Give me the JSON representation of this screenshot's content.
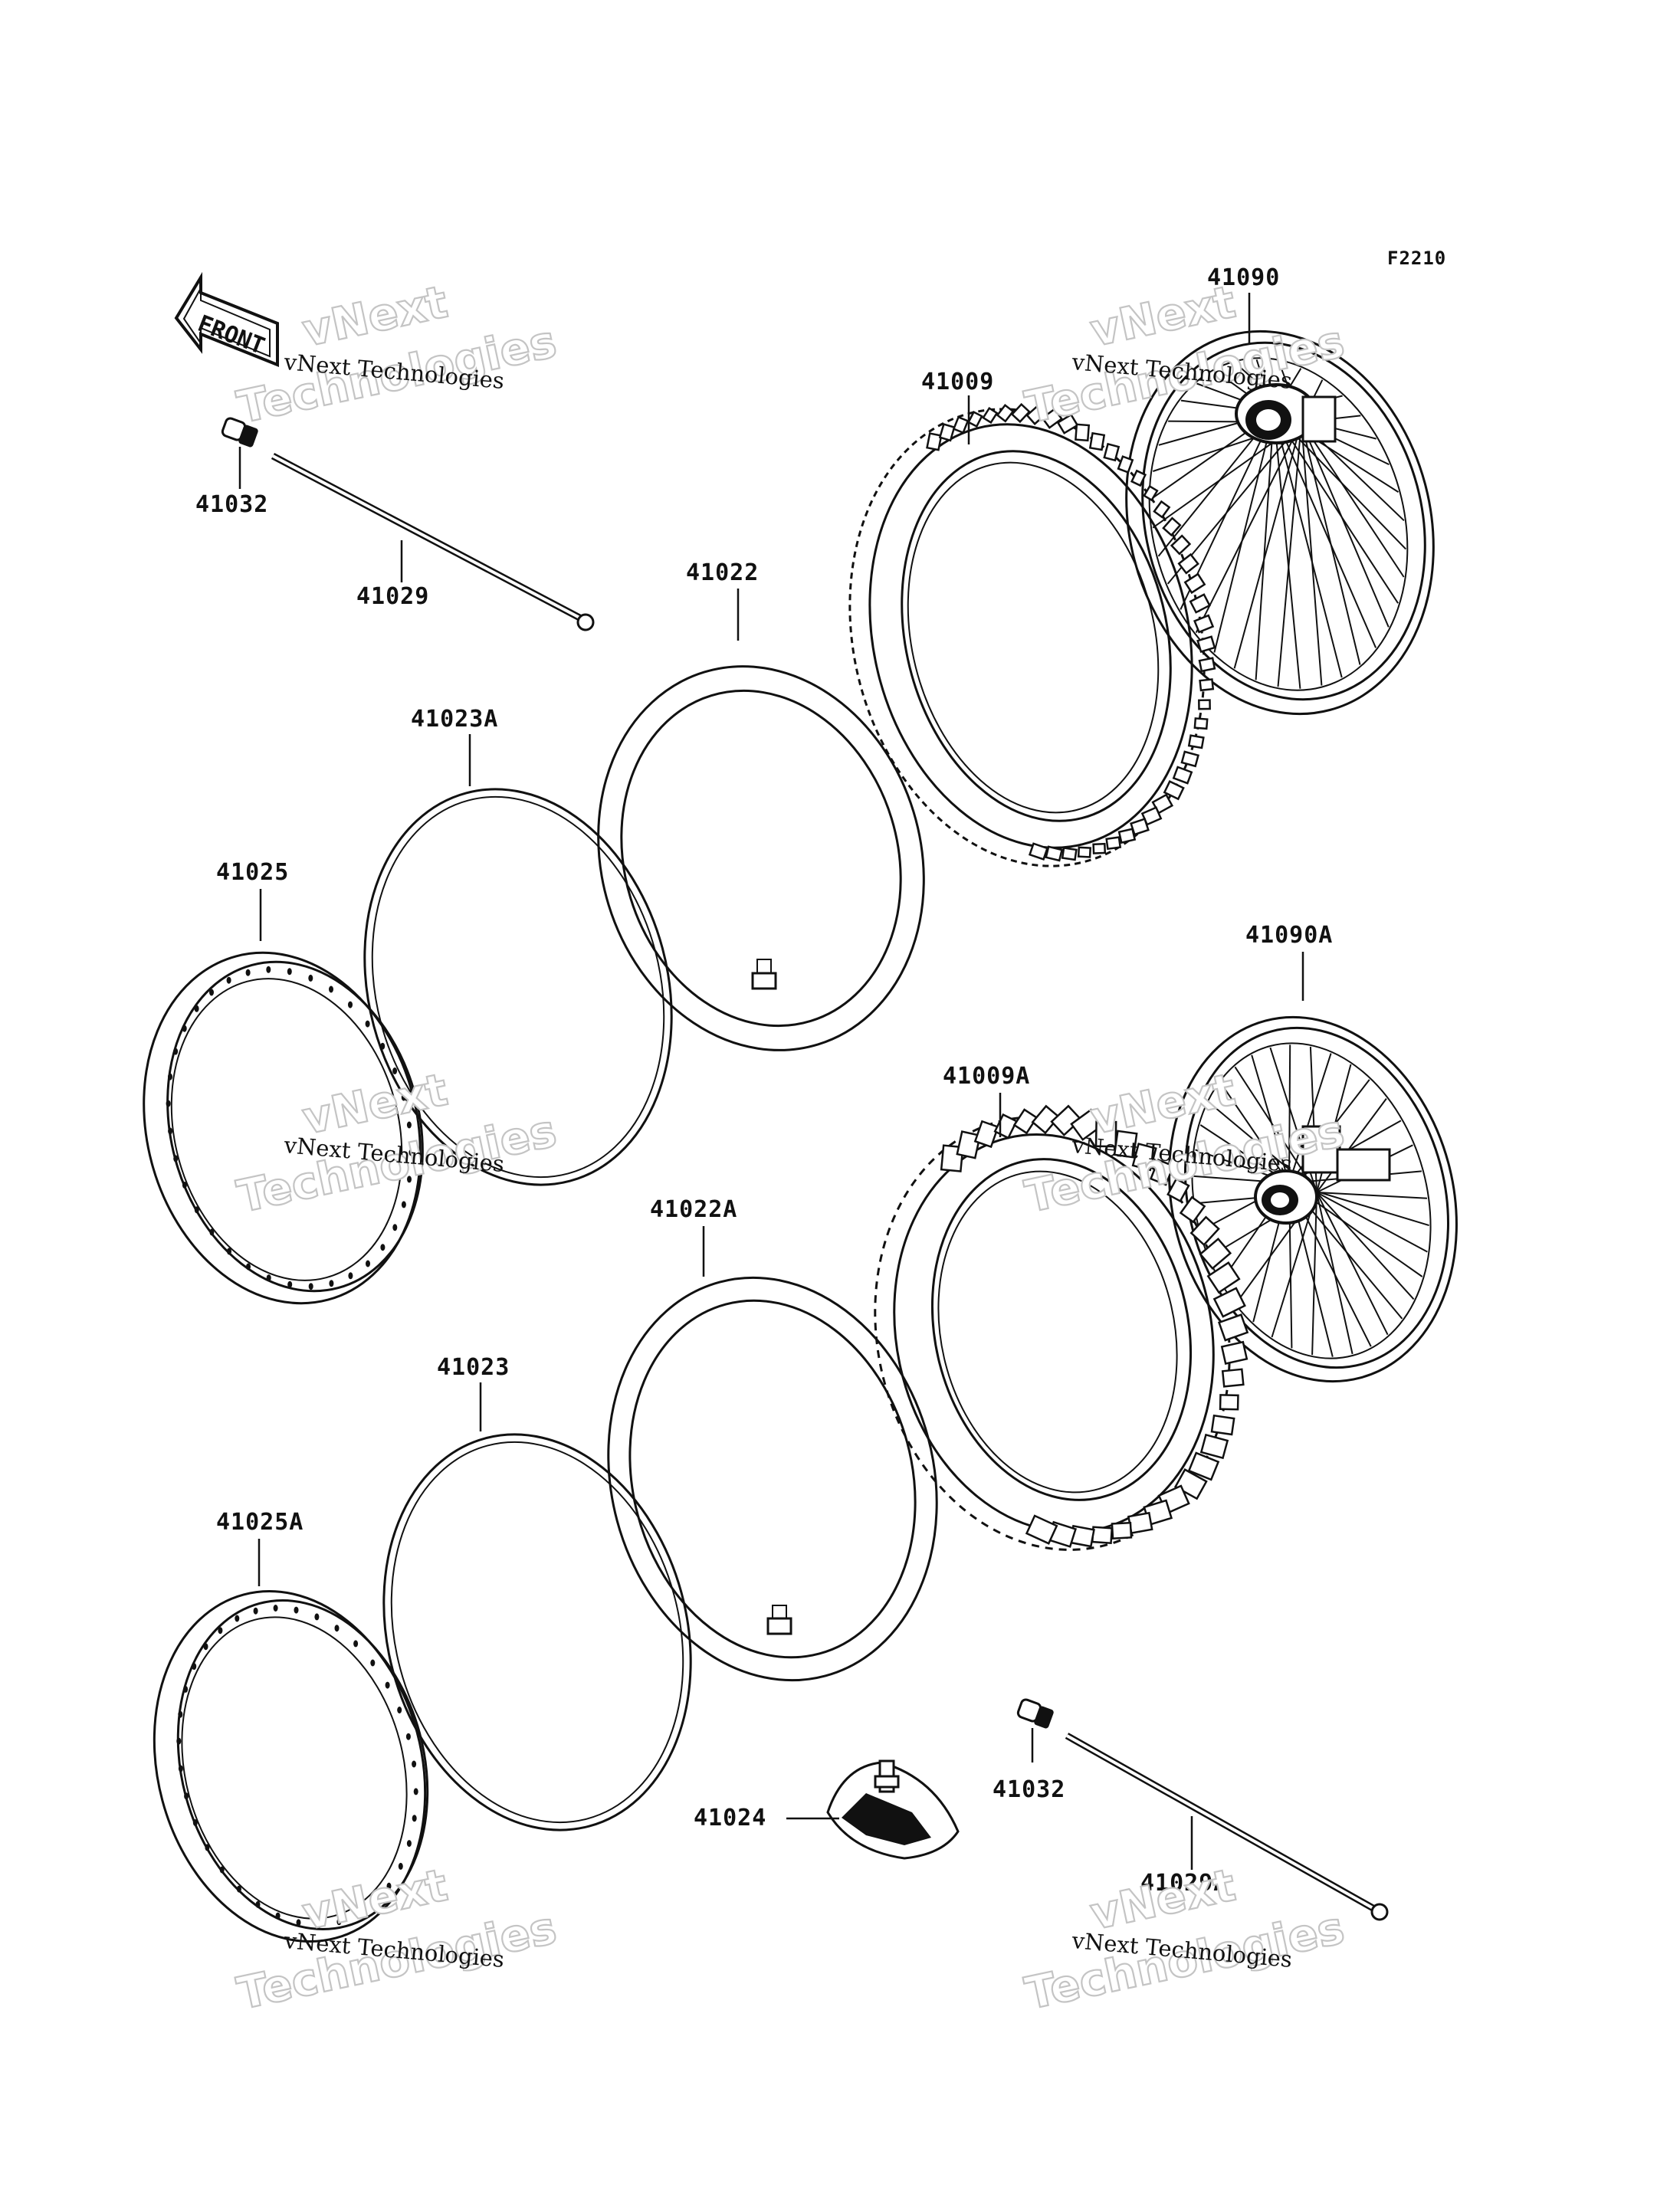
{
  "figure_code": "F2210",
  "front_label": "FRONT",
  "parts": [
    {
      "id": "p41090",
      "label": "41090"
    },
    {
      "id": "p41009",
      "label": "41009"
    },
    {
      "id": "p41022",
      "label": "41022"
    },
    {
      "id": "p41023A",
      "label": "41023A"
    },
    {
      "id": "p41025",
      "label": "41025"
    },
    {
      "id": "p41032a",
      "label": "41032"
    },
    {
      "id": "p41029",
      "label": "41029"
    },
    {
      "id": "p41090A",
      "label": "41090A"
    },
    {
      "id": "p41009A",
      "label": "41009A"
    },
    {
      "id": "p41022A",
      "label": "41022A"
    },
    {
      "id": "p41023",
      "label": "41023"
    },
    {
      "id": "p41025A",
      "label": "41025A"
    },
    {
      "id": "p41024",
      "label": "41024"
    },
    {
      "id": "p41032b",
      "label": "41032"
    },
    {
      "id": "p41029A",
      "label": "41029A"
    }
  ],
  "watermark": {
    "line1": "vNext",
    "line2": "Technologies",
    "caption": "vNext Technologies"
  }
}
